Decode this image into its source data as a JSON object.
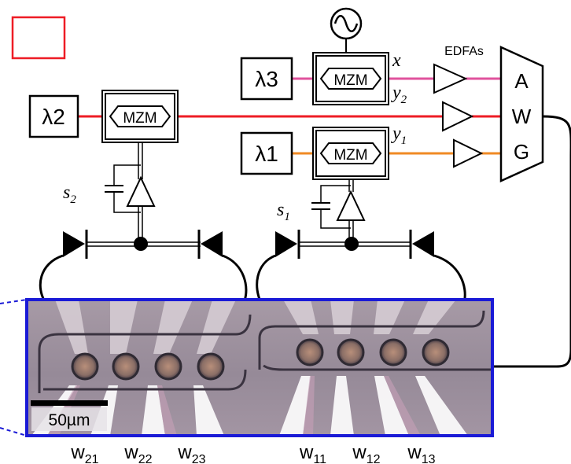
{
  "sources": {
    "lambda1": "λ1",
    "lambda2": "λ2",
    "lambda3": "λ3"
  },
  "modulator": {
    "label": "MZM"
  },
  "amplifiers": {
    "label": "EDFAs"
  },
  "awg": {
    "letters": [
      "A",
      "W",
      "G"
    ]
  },
  "signals": {
    "x": {
      "base": "x",
      "sub": ""
    },
    "y1": {
      "base": "y",
      "sub": "1"
    },
    "y2": {
      "base": "y",
      "sub": "2"
    },
    "s1": {
      "base": "s",
      "sub": "1"
    },
    "s2": {
      "base": "s",
      "sub": "2"
    }
  },
  "micrograph": {
    "scale_label": "50µm"
  },
  "weights": [
    {
      "base": "w",
      "sub": "21"
    },
    {
      "base": "w",
      "sub": "22"
    },
    {
      "base": "w",
      "sub": "23"
    },
    {
      "base": "w",
      "sub": "11"
    },
    {
      "base": "w",
      "sub": "12"
    },
    {
      "base": "w",
      "sub": "13"
    }
  ],
  "colors": {
    "lambda1_line": "#f08a24",
    "lambda2_line": "#ee1c25",
    "lambda3_line": "#e0529c",
    "chip_border": "#1a1ad6",
    "marker": "#ee1c25",
    "chip_bg": "#9c8f9c"
  }
}
